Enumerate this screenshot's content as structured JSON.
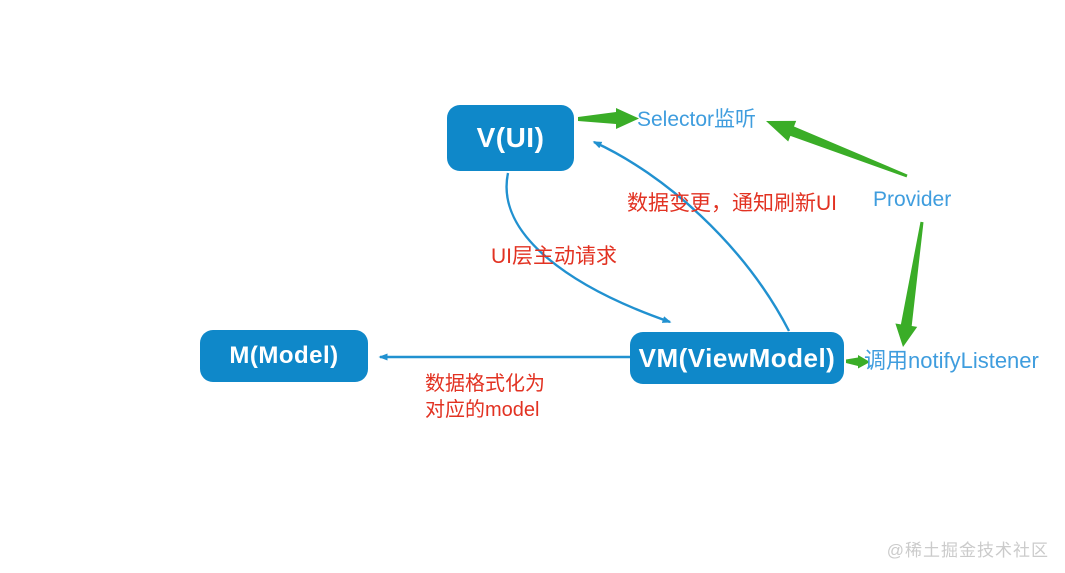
{
  "diagram": {
    "title_hint": "MVVM with Provider data-flow diagram",
    "nodes": {
      "view": {
        "label": "V(UI)"
      },
      "model": {
        "label": "M(Model)"
      },
      "viewmodel": {
        "label": "VM(ViewModel)"
      }
    },
    "annotations": {
      "selector": "Selector监听",
      "provider": "Provider",
      "notify_listener": "调用notifyListener",
      "data_change": "数据变更，通知刷新UI",
      "ui_request": "UI层主动请求",
      "format_line1": "数据格式化为",
      "format_line2": "对应的model"
    },
    "watermark": "@稀土掘金技术社区",
    "colors": {
      "node_fill": "#0f88c9",
      "node_text": "#ffffff",
      "blue_text": "#3f9dde",
      "red_text": "#e23222",
      "green_arrow": "#3aad27",
      "blue_line": "#2191d0",
      "watermark": "#cbcbcb",
      "background": "#ffffff"
    }
  }
}
